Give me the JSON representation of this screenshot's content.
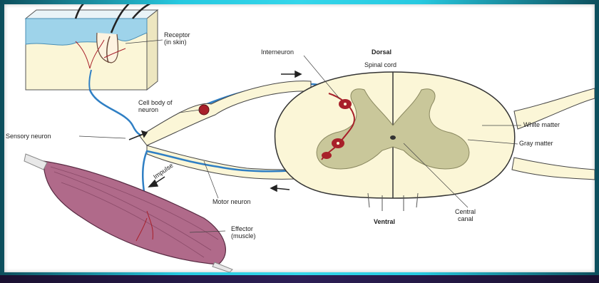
{
  "labels": {
    "receptor_line1": "Receptor",
    "receptor_line2": "(in skin)",
    "interneuron": "Interneuron",
    "dorsal": "Dorsal",
    "spinal_cord": "Spinal cord",
    "cell_body_line1": "Cell body of",
    "cell_body_line2": "neuron",
    "white_matter": "White matter",
    "gray_matter": "Gray matter",
    "sensory_neuron": "Sensory neuron",
    "impulse": "Impulse",
    "motor_neuron": "Motor neuron",
    "central_line1": "Central",
    "central_line2": "canal",
    "ventral": "Ventral",
    "effector_line1": "Effector",
    "effector_line2": "(muscle)"
  },
  "colors": {
    "cord": "#fbf6d7",
    "gray_matter": "#c9c79a",
    "nerve": "#2f7fc4",
    "cell_red": "#a8202a",
    "muscle": "#b06a8a",
    "frame_accent": "#2fd0e6"
  }
}
